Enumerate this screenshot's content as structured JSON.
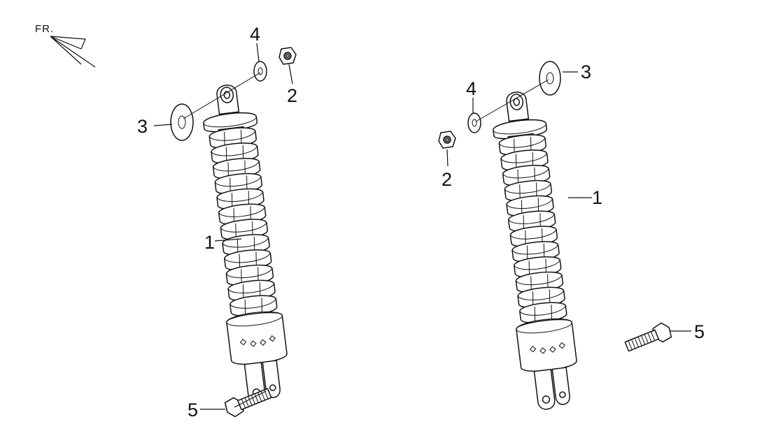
{
  "direction_label": "FR.",
  "callouts": {
    "left": {
      "shock": "1",
      "nut": "2",
      "washer_large": "3",
      "washer_small": "4",
      "bolt": "5"
    },
    "right": {
      "shock": "1",
      "nut": "2",
      "washer_large": "3",
      "washer_small": "4",
      "bolt": "5"
    }
  },
  "colors": {
    "line": "#111111",
    "background": "#ffffff",
    "nut_fill": "#8a8a8a"
  }
}
